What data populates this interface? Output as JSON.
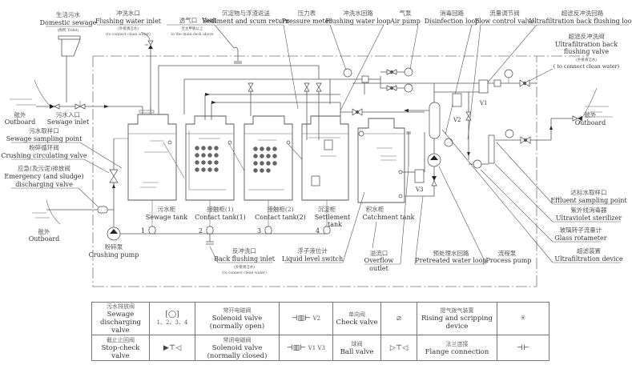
{
  "labels": {
    "domestic_sewage": {
      "zh": "生活污水",
      "en": "Domestic sewage",
      "sub": "(厕所  Toilet)"
    },
    "flushing_water_inlet": {
      "zh": "冲洗水口",
      "en": "Flushing water inlet",
      "sub_zh": "(外接清洁水)",
      "sub_en": "(to connect clean water)"
    },
    "vent": {
      "zh": "透气口",
      "en": "Vent",
      "sub_zh": "至主甲板以上",
      "sub_en": "to the main deck above"
    },
    "sediment_return": {
      "zh": "沉淀物与浮渣返送",
      "en": "Sediment and scum return"
    },
    "pressure_meter": {
      "zh": "压力表",
      "en": "Pressure meter"
    },
    "flushing_water_loop": {
      "zh": "冲洗水回路",
      "en": "Flushing water loop"
    },
    "air_pump": {
      "zh": "气泵",
      "en": "Air pump"
    },
    "disinfection_loop": {
      "zh": "消毒回路",
      "en": "Disinfection loop"
    },
    "flow_control_valve": {
      "zh": "流量调节阀",
      "en": "Flow control valve"
    },
    "uf_back_flushing_loop": {
      "zh": "超滤反冲洗回路",
      "en": "Ultrafiltration back flushing loop"
    },
    "uf_back_flushing_valve": {
      "zh": "超滤反冲洗阀",
      "en1": "Ultrafiltration back",
      "en2": "flushing valve",
      "sub_zh": "(外接清洁水)",
      "sub_en": "( to connect clean water)"
    },
    "outboard_top_right": {
      "zh": "舷外",
      "en": "Outboard"
    },
    "outboard_left_top": {
      "zh": "舷外",
      "en": "Outboard"
    },
    "outboard_left_bottom": {
      "zh": "舷外",
      "en": "Outboard"
    },
    "sewage_inlet": {
      "zh": "污水入口",
      "en": "Sewage inlet"
    },
    "sewage_sampling_point": {
      "zh": "污水取样口",
      "en": "Sewage sampling point"
    },
    "crushing_circulating_valve": {
      "zh": "粉碎循环阀",
      "en": "Crushing circulating valve"
    },
    "emergency_valve": {
      "zh": "应急(及污泥)排放阀",
      "en1": "Emergency  (and sludge)",
      "en2": "discharging valve"
    },
    "crushing_pump": {
      "zh": "粉碎泵",
      "en": "Crushing pump"
    },
    "sewage_tank": {
      "zh": "污水柜",
      "en": "Sewage tank"
    },
    "contact_tank_1": {
      "zh": "接触柜(1)",
      "en": "Contact tank(1)"
    },
    "contact_tank_2": {
      "zh": "接触柜(2)",
      "en": "Contact tank(2)"
    },
    "settlement_tank": {
      "zh": "沉淀柜",
      "en1": "Settlement",
      "en2": "tank"
    },
    "catchment_tank": {
      "zh": "积水柜",
      "en": "Catchment tank"
    },
    "back_flushing_inlet": {
      "zh": "反冲洗口",
      "en": "Back flushing inlet",
      "sub_zh": "(外接清洁水)",
      "sub_en": "(to connect clean water)"
    },
    "liquid_level_switch": {
      "zh": "浮子液位计",
      "en": "Liquid level switch"
    },
    "overflow_outlet": {
      "zh": "溢流口",
      "en1": "Overflow",
      "en2": "outlet"
    },
    "pretreated_water_loop": {
      "zh": "预处理水回路",
      "en": "Pretreated water loop"
    },
    "process_pump": {
      "zh": "流程泵",
      "en": "Process pump"
    },
    "effluent_sampling_point": {
      "zh": "达标水取样口",
      "en": "Effluent sampling point"
    },
    "uv_sterilizer": {
      "zh": "紫外线消毒器",
      "en": "Ultraviolet sterilizer"
    },
    "glass_rotameter": {
      "zh": "玻璃转子流量计",
      "en": "Glass rotameter"
    },
    "uf_device": {
      "zh": "超滤装置",
      "en": "Ultrafiltration device"
    },
    "valve_numbers": [
      "1",
      "2",
      "3",
      "4"
    ],
    "v1": "V1",
    "v2": "V2",
    "v3": "V3"
  },
  "legend": {
    "row1": [
      {
        "zh": "污水排放阀",
        "en1": "Sewage",
        "en2": "discharging valve",
        "symbol": "[◯]",
        "note": "1、2、3、4"
      },
      {
        "zh": "常开电磁阀",
        "en1": "Solenoid valve",
        "en2": "(normally open)",
        "symbol": "⊣▥⊢",
        "note": "V2"
      },
      {
        "zh": "单向阀",
        "en1": "Check valve",
        "symbol": "⧄"
      },
      {
        "zh": "提气拨气装置",
        "en1": "Rising and scripping device",
        "symbol": "⍟"
      }
    ],
    "row2": [
      {
        "zh": "截止止回阀",
        "en1": "Stop-check valve",
        "symbol": "▶⊤◁"
      },
      {
        "zh": "常闭电磁阀",
        "en1": "Solenoid valve",
        "en2": "(normally closed)",
        "symbol": "⊣▥⊢",
        "note": "V1 V3"
      },
      {
        "zh": "球阀",
        "en1": "Ball valve",
        "symbol": "▷⊤◁"
      },
      {
        "zh": "法兰连接",
        "en1": "Flange connection",
        "symbol": "⊣⊢"
      }
    ]
  },
  "colors": {
    "line": "#555555",
    "text": "#333333",
    "background": "#ffffff"
  }
}
